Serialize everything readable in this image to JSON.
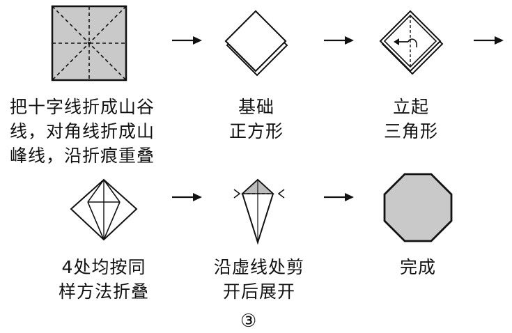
{
  "steps": [
    {
      "caption": [
        "把十字线折成山谷",
        "线，对角线折成山",
        "峰线，沿折痕重叠"
      ]
    },
    {
      "caption": [
        "基础",
        "正方形"
      ]
    },
    {
      "caption": [
        "立起",
        "三角形"
      ]
    },
    {
      "caption": [
        "4处均按同",
        "样方法折叠"
      ]
    },
    {
      "caption": [
        "沿虚线处剪",
        "开后展开"
      ]
    },
    {
      "caption": [
        "完成"
      ]
    }
  ],
  "figure_number": "③",
  "colors": {
    "ink": "#111111",
    "paper_gray": "#c9c9c9"
  }
}
